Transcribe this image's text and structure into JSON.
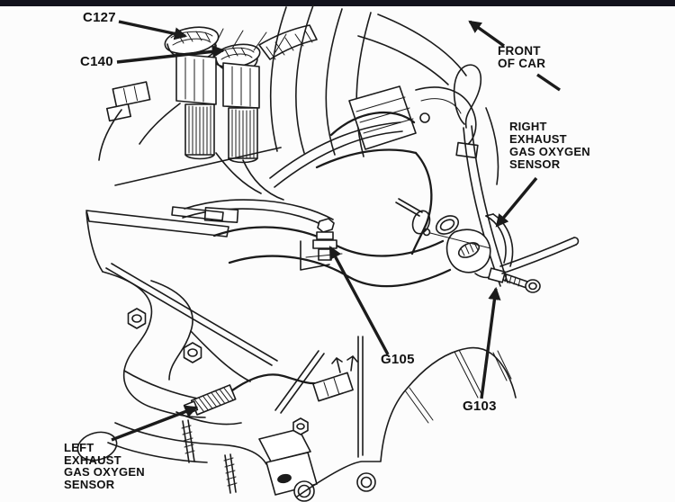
{
  "colors": {
    "bg": "#fcfcfc",
    "ink": "#111111",
    "line": "#1b1b1b",
    "top_bar": "#12121c"
  },
  "labels": {
    "c127": "C127",
    "c140": "C140",
    "front_of_car": "FRONT\nOF CAR",
    "right_sensor": "RIGHT\nEXHAUST\nGAS OXYGEN\nSENSOR",
    "g105": "G105",
    "g103": "G103",
    "left_sensor": "LEFT\nEXHAUST\nGAS OXYGEN\nSENSOR"
  }
}
